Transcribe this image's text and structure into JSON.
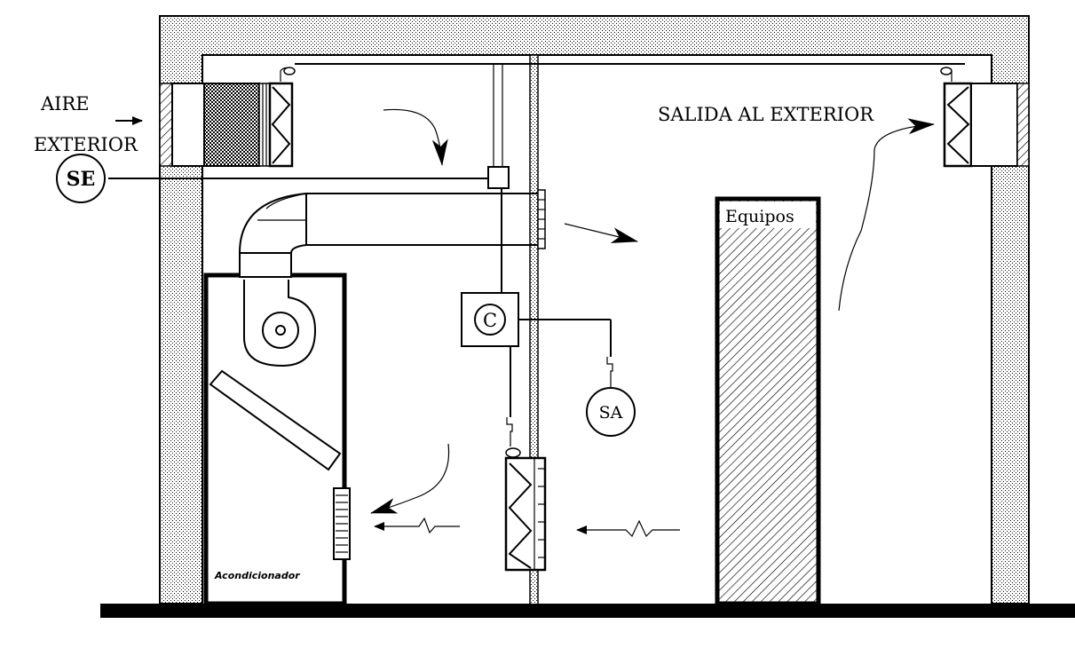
{
  "labels": {
    "outside_air_line1": "AIRE",
    "outside_air_line2": "EXTERIOR",
    "exhaust": "SALIDA AL EXTERIOR",
    "equipment": "Equipos",
    "air_conditioner": "Acondicionador",
    "sensor_exterior": "SE",
    "sensor_ambient": "SA",
    "controller": "C"
  },
  "colors": {
    "line": "#000000",
    "background": "#ffffff"
  }
}
